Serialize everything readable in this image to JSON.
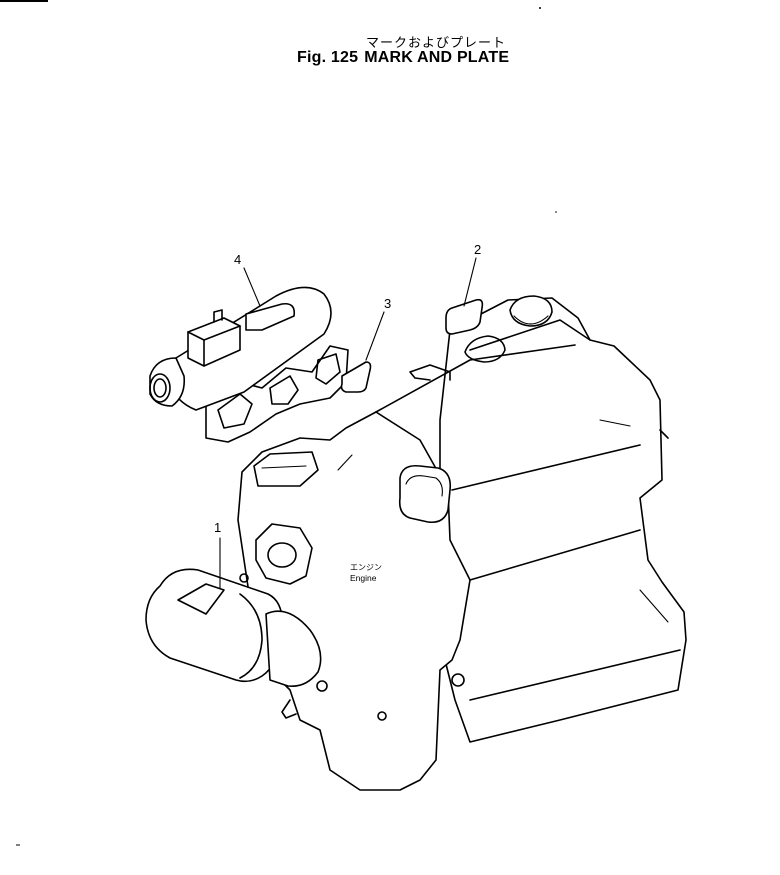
{
  "figure": {
    "title_jp": "マークおよびプレート",
    "fig_label": "Fig. 125",
    "title_en": "MARK AND PLATE"
  },
  "parts": [
    {
      "callout": "1",
      "part": "plate-on-filter"
    },
    {
      "callout": "2",
      "part": "plate-rect"
    },
    {
      "callout": "3",
      "part": "plate-small"
    },
    {
      "callout": "4",
      "part": "plate-on-manifold"
    }
  ],
  "engine_label": {
    "jp": "エンジン",
    "en": "Engine"
  }
}
